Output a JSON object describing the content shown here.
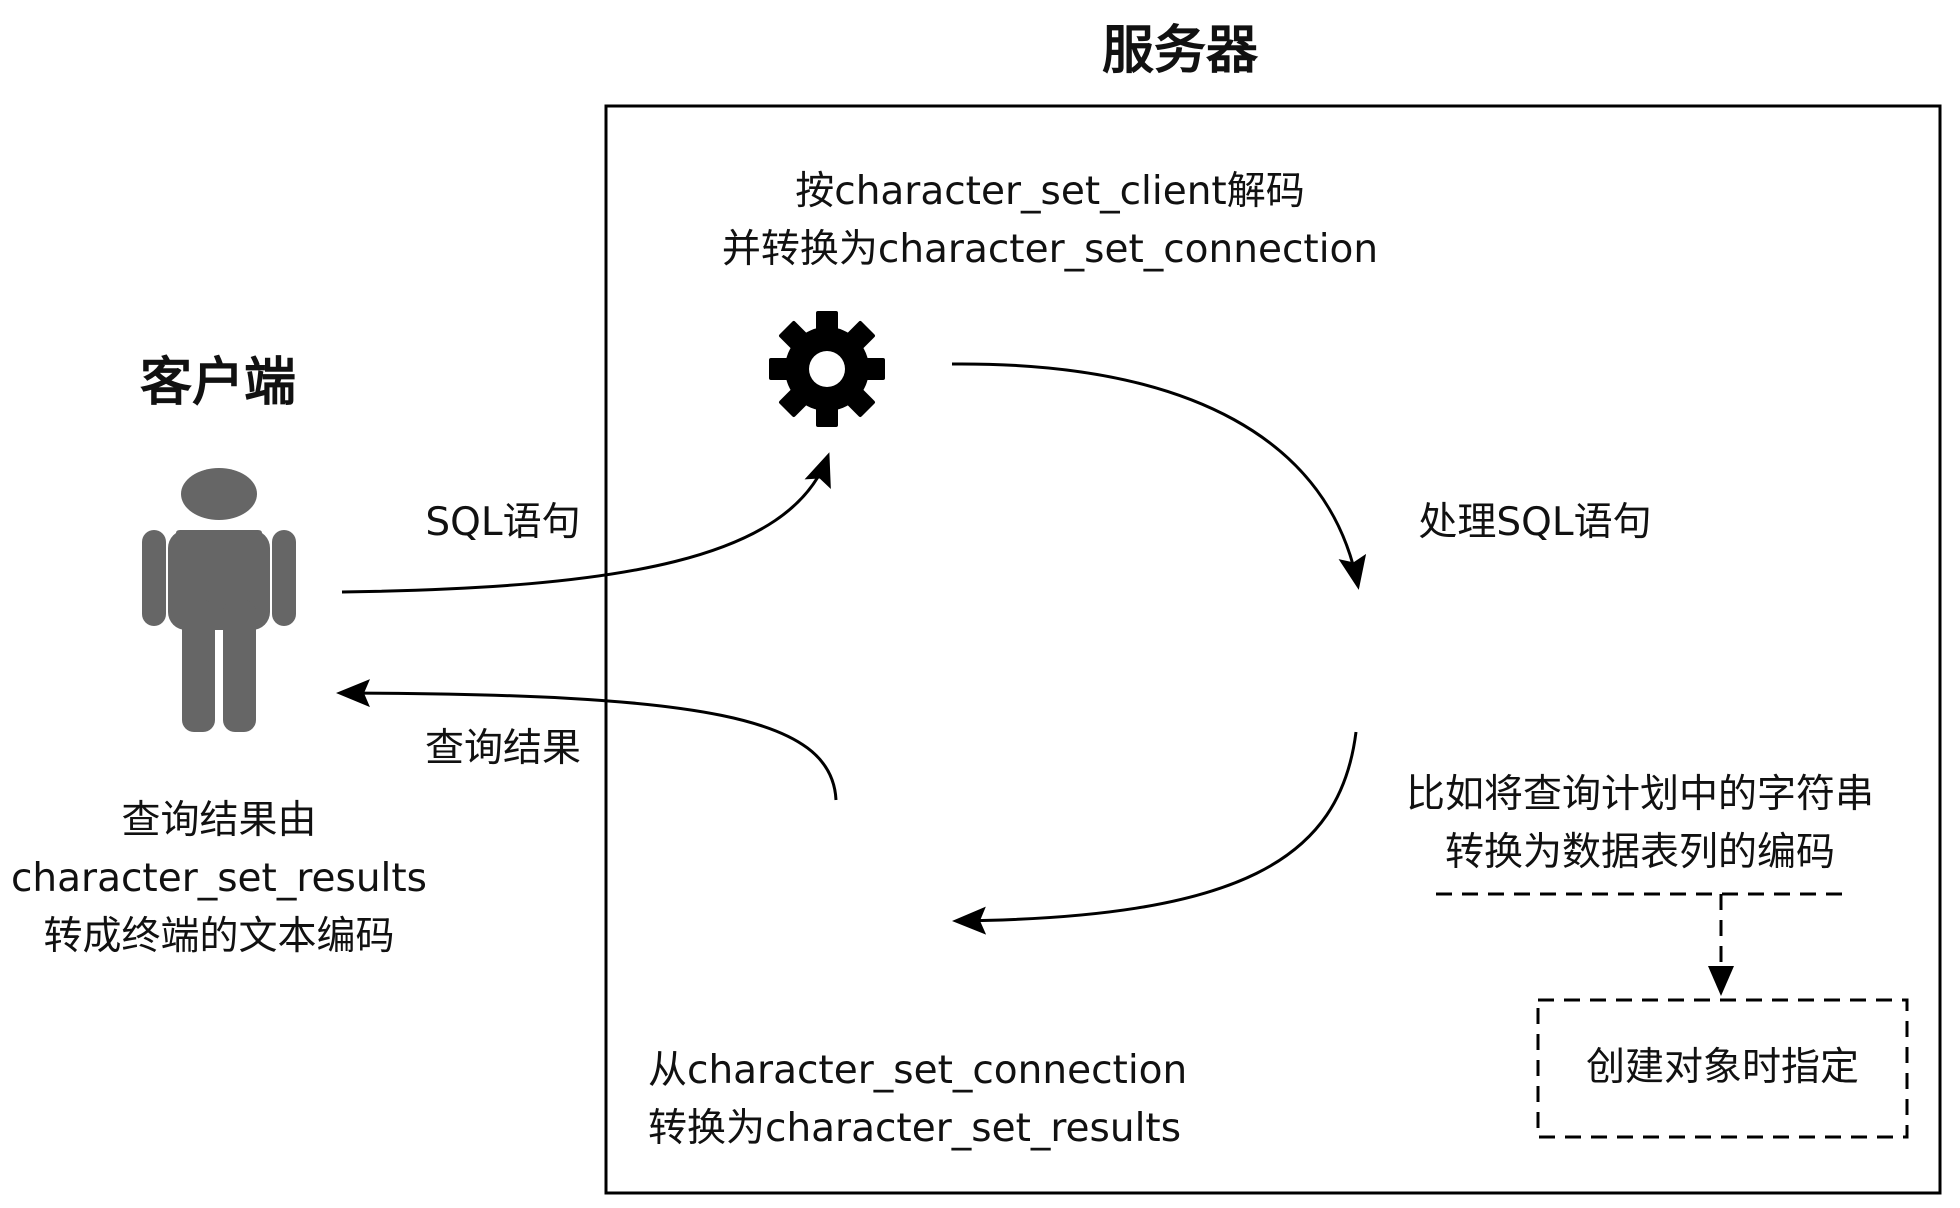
{
  "server": {
    "title": "服务器"
  },
  "client": {
    "title": "客户端",
    "note": [
      "查询结果由",
      "character_set_results",
      "转成终端的文本编码"
    ]
  },
  "edges": {
    "sql_statement": "SQL语句",
    "query_result": "查询结果",
    "process_sql": "处理SQL语句"
  },
  "steps": {
    "decode": [
      "按character_set_client解码",
      "并转换为character_set_connection"
    ],
    "convert_out": [
      "从character_set_connection",
      "转换为character_set_results"
    ],
    "example": [
      "比如将查询计划中的字符串",
      "转换为数据表列的编码"
    ],
    "specified": "创建对象时指定"
  },
  "icons": {
    "person": "person-icon",
    "gear": "gear-icon"
  },
  "colors": {
    "icon": "#666666",
    "line": "#000000"
  }
}
